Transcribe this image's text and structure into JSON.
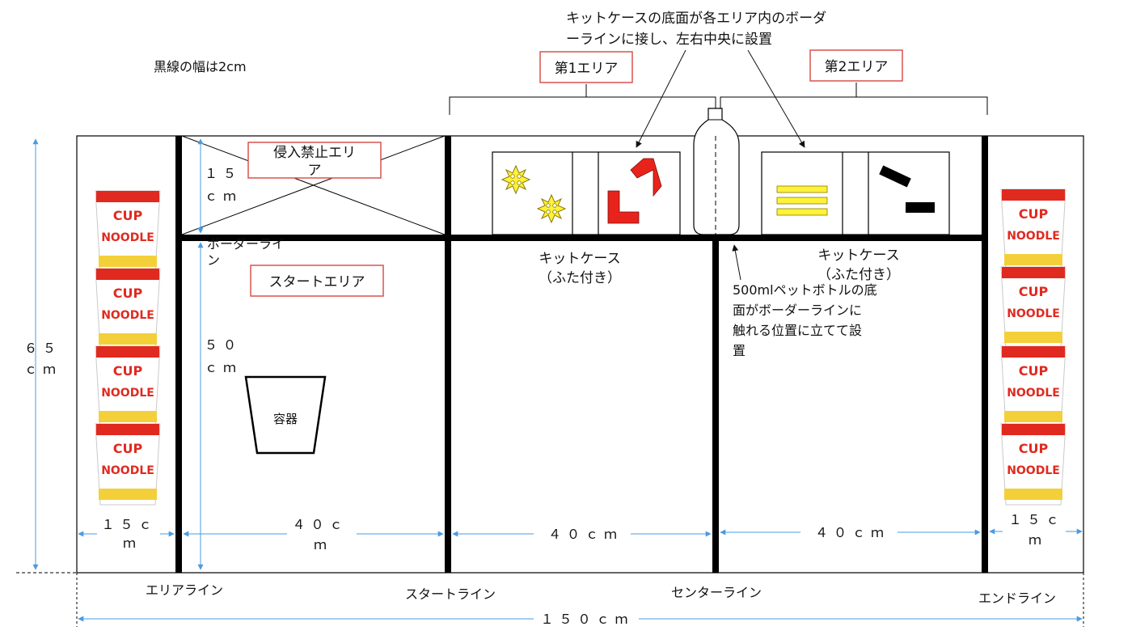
{
  "notes": {
    "line_width": "黒線の幅は2cm",
    "kit_case_placement": [
      "キットケースの底面が各エリア内のボーダ",
      "ーラインに接し、左右中央に設置"
    ],
    "bottle_placement": [
      "500mlペットボトルの底",
      "面がボーダーラインに",
      "触れる位置に立てて設",
      "置"
    ]
  },
  "areas": {
    "first": "第1エリア",
    "second": "第2エリア",
    "no_entry": [
      "侵入禁止エリ",
      "ア"
    ],
    "start": "スタートエリア"
  },
  "labels": {
    "border_line": [
      "ボーダーライ",
      "ン"
    ],
    "kit_case": [
      "キットケース",
      "（ふた付き）"
    ],
    "container": "容器"
  },
  "dimensions": {
    "d15_top": [
      "１５",
      "ｃｍ"
    ],
    "d50": [
      "５０",
      "ｃｍ"
    ],
    "d65": [
      "６５",
      "ｃｍ"
    ],
    "d15_left": [
      "１５ｃ",
      "ｍ"
    ],
    "d40_a": [
      "４０ｃ",
      "ｍ"
    ],
    "d40_b": "４０ｃｍ",
    "d40_c": "４０ｃｍ",
    "d15_right": [
      "１５ｃ",
      "ｍ"
    ],
    "d150": "１５０ｃｍ"
  },
  "lines": {
    "area": "エリアライン",
    "start": "スタートライン",
    "center": "センターライン",
    "end": "エンドライン"
  },
  "colors": {
    "red": "#e8231c",
    "yellow": "#fff23a",
    "blue": "#4a9be0",
    "box_red": "#d9534f",
    "black": "#000000"
  }
}
